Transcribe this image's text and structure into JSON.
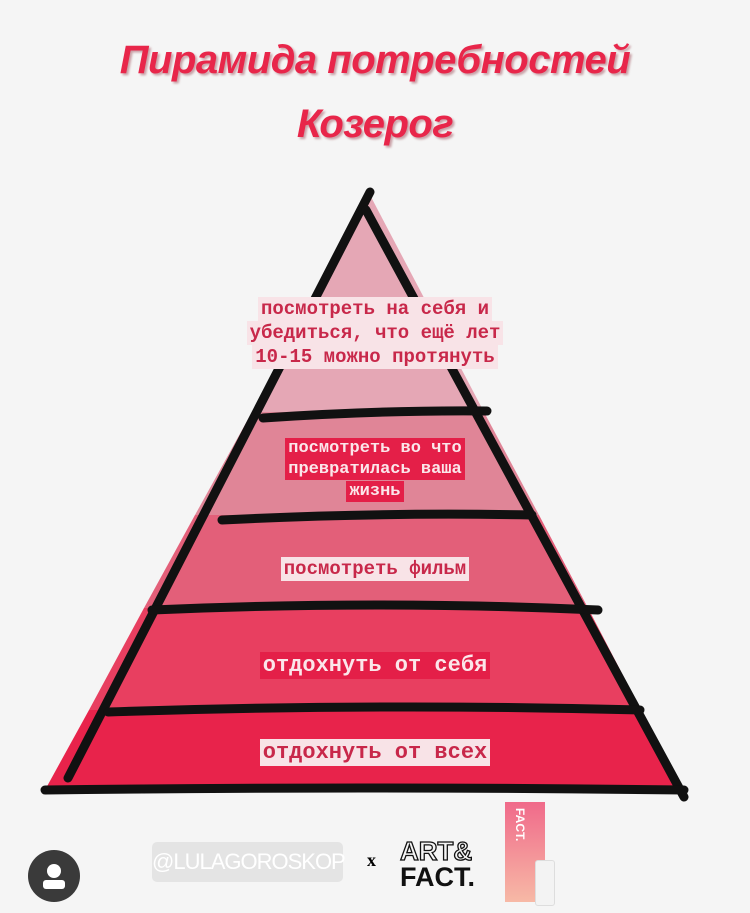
{
  "title": {
    "line1": "Пирамида потребностей",
    "line2": "Козерог"
  },
  "levels": [
    {
      "label": "посмотреть на себя и\nубедиться, что ещё лет\n10-15 можно протянуть"
    },
    {
      "label": "посмотреть во что\nпревратилась ваша\nжизнь"
    },
    {
      "label": "посмотреть фильм"
    },
    {
      "label": "отдохнуть от себя"
    },
    {
      "label": "отдохнуть от всех"
    }
  ],
  "colors": {
    "title": "#e8264a",
    "layers": [
      "#e5a7b5",
      "#e08597",
      "#e35f79",
      "#e83f60",
      "#e8234b"
    ]
  },
  "footer": {
    "handle": "@LULAGOROSKOP",
    "x": "x",
    "brand_top": "ART&",
    "brand_bottom": "FACT.",
    "product_text": "FACT."
  }
}
